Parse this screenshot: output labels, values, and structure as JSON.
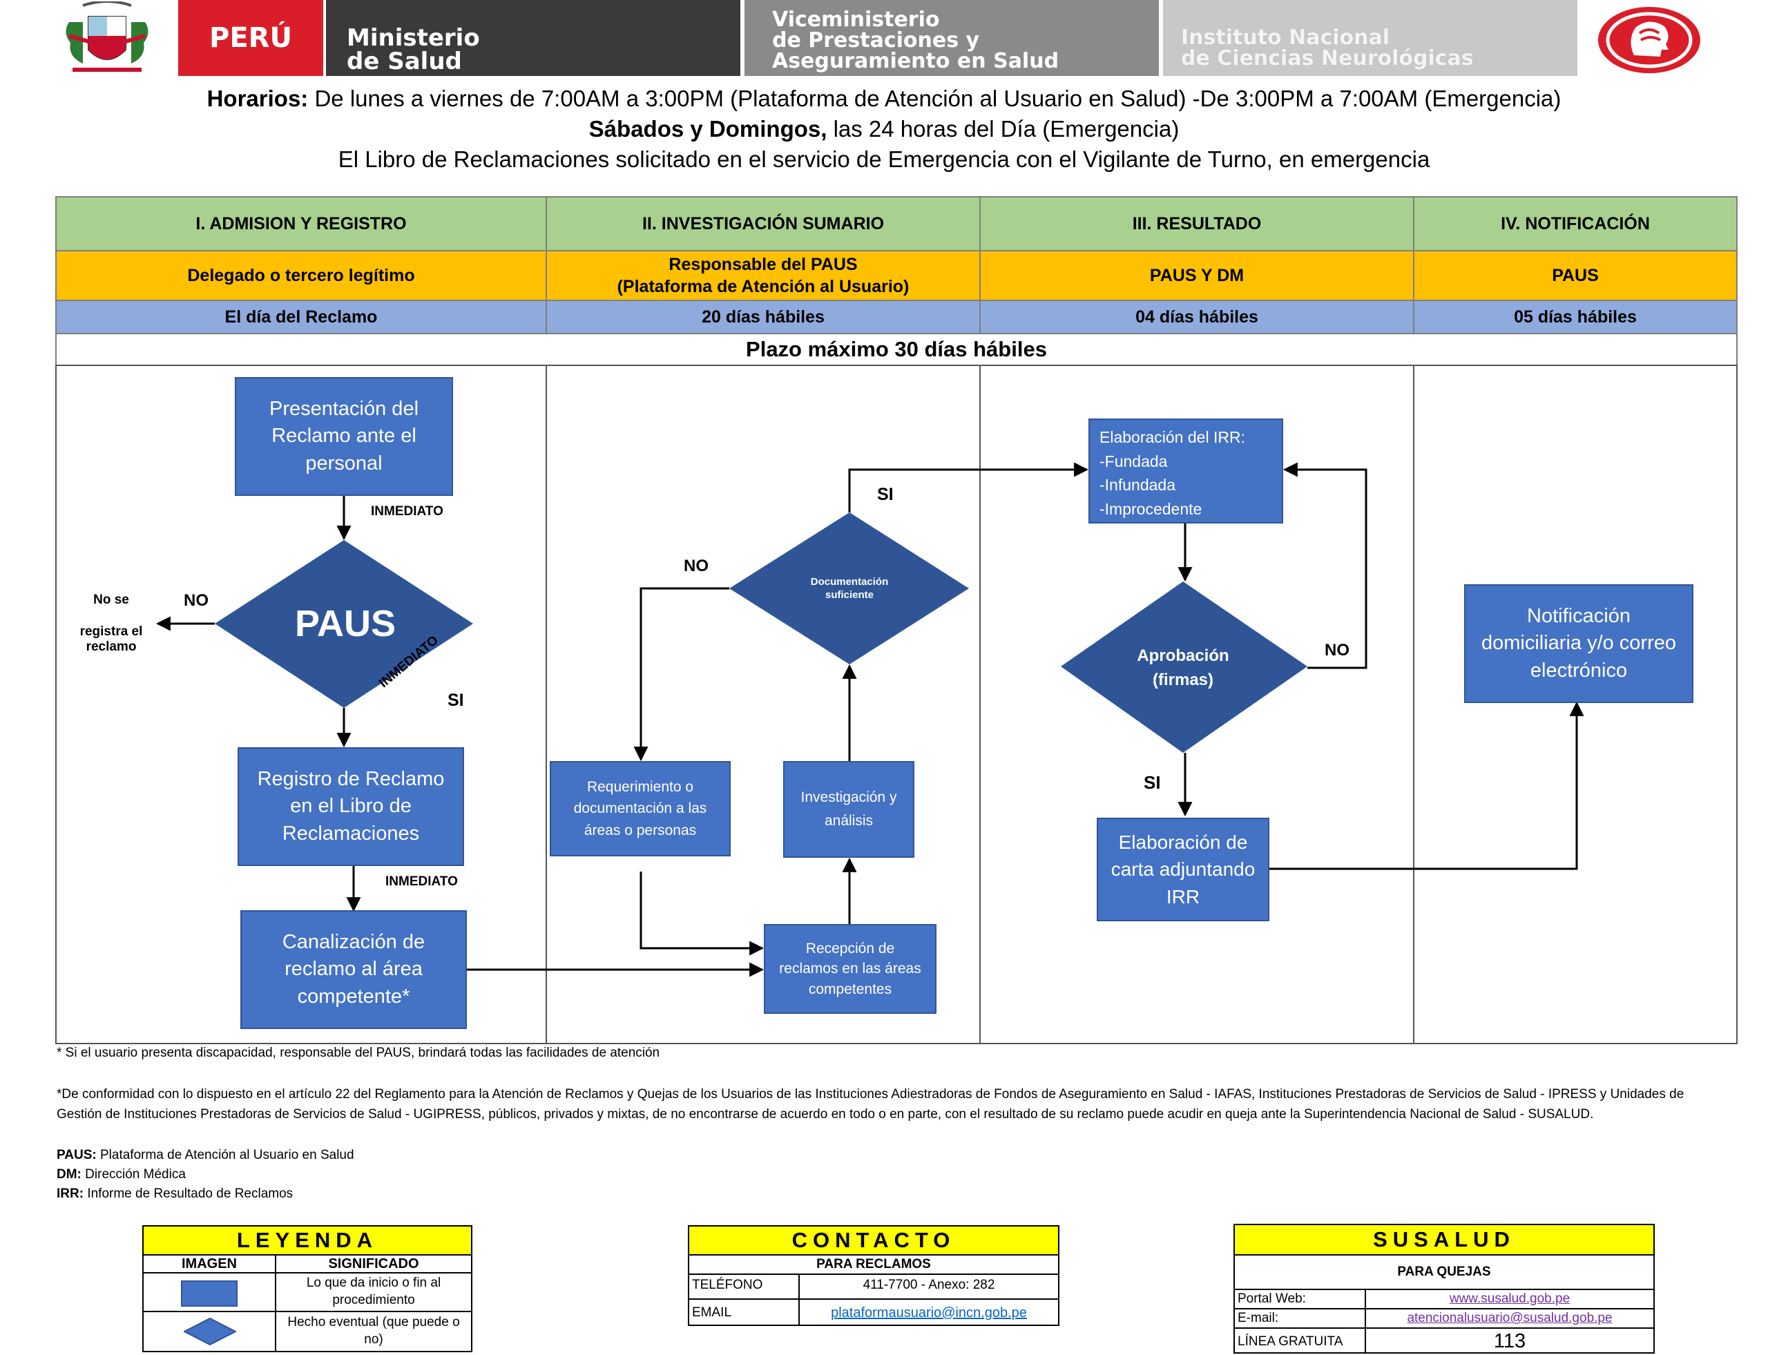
{
  "header": {
    "peru": "PERÚ",
    "ministry": [
      "Ministerio",
      "de Salud"
    ],
    "viceministry": [
      "Viceministerio",
      "de Prestaciones y",
      "Aseguramiento en Salud"
    ],
    "institute": [
      "Instituto Nacional",
      "de Ciencias Neurológicas"
    ]
  },
  "schedule": {
    "line1_bold": "Horarios:",
    "line1_rest": " De lunes a viernes de 7:00AM a 3:00PM (Plataforma de Atención al Usuario en Salud) -De 3:00PM a 7:00AM (Emergencia)",
    "line2_bold": "Sábados y Domingos,",
    "line2_rest": " las 24 horas del Día (Emergencia)",
    "line3": "El Libro de Reclamaciones solicitado en el servicio de Emergencia con el Vigilante de Turno, en emergencia"
  },
  "stages": [
    {
      "title": "I. ADMISION Y REGISTRO",
      "owner": "Delegado o tercero legítimo",
      "time": "El día del Reclamo"
    },
    {
      "title": "II. INVESTIGACIÓN SUMARIO",
      "owner": "Responsable del PAUS\n(Plataforma de Atención al Usuario)",
      "time": "20 días hábiles"
    },
    {
      "title": "III. RESULTADO",
      "owner": "PAUS Y DM",
      "time": "04 días hábiles"
    },
    {
      "title": "IV. NOTIFICACIÓN",
      "owner": "PAUS",
      "time": "05 días hábiles"
    }
  ],
  "max_term": "Plazo máximo 30 días hábiles",
  "flow": {
    "presentacion": "Presentación del Reclamo ante el personal",
    "paus": "PAUS",
    "registro": "Registro de Reclamo en el Libro de Reclamaciones",
    "canalizacion": "Canalización de reclamo al área competente*",
    "requerimiento": "Requerimiento o documentación a las áreas o personas",
    "investigacion": "Investigación y análisis",
    "recepcion": "Recepción de reclamos en las áreas competentes",
    "documentacion": "Documentación suficiente",
    "elaboracion_irr": "Elaboración del IRR:\n-Fundada\n-Infundada\n-Improcedente",
    "aprobacion": "Aprobación\n(firmas)",
    "elaboracion_carta": "Elaboración de carta adjuntando IRR",
    "notificacion": "Notificación domiciliaria y/o correo electrónico",
    "no_se_registra": "No se\n\nregistra el\nreclamo"
  },
  "labels": {
    "inmediato": "INMEDIATO",
    "si": "SI",
    "no": "NO"
  },
  "notes": {
    "disability": "* Si el usuario presenta discapacidad, responsable del PAUS, brindará todas las facilidades de atención",
    "legal": "*De conformidad con lo dispuesto en el artículo 22 del Reglamento para la Atención de Reclamos y Quejas de los Usuarios de las Instituciones Adiestradoras de Fondos de Aseguramiento en Salud - IAFAS, Instituciones Prestadoras de Servicios de Salud - IPRESS y Unidades de Gestión de Instituciones Prestadoras de Servicios de Salud - UGIPRESS, públicos, privados y mixtas, de no encontrarse de acuerdo en todo o en parte, con el resultado de su reclamo puede acudir en queja ante la Superintendencia Nacional de Salud - SUSALUD.",
    "abbrev": [
      {
        "key": "PAUS:",
        "value": " Plataforma de Atención al Usuario en Salud"
      },
      {
        "key": "DM:",
        "value": " Dirección Médica"
      },
      {
        "key": "IRR:",
        "value": " Informe de Resultado de Reclamos"
      }
    ]
  },
  "legend": {
    "title": "LEYENDA",
    "col_image": "IMAGEN",
    "col_meaning": "SIGNIFICADO",
    "rect_meaning": "Lo que da inicio o fin al procedimiento",
    "diamond_meaning": "Hecho eventual (que puede o no)"
  },
  "contact": {
    "title": "CONTACTO",
    "subtitle": "PARA RECLAMOS",
    "phone_label": "TELÉFONO",
    "phone": "411-7700 - Anexo: 282",
    "email_label": "EMAIL",
    "email": "plataformausuario@incn.gob.pe"
  },
  "susalud": {
    "title": "SUSALUD",
    "subtitle": "PARA QUEJAS",
    "web_label": "Portal Web:",
    "web": "www.susalud.gob.pe",
    "email_label": "E-mail:",
    "email": "atencionalusuario@susalud.gob.pe",
    "free_label": "LÍNEA GRATUITA",
    "free": "113"
  },
  "colors": {
    "flow_box": "#4472c4",
    "diamond": "#2f5597",
    "stage_green": "#a9d08e",
    "owner_yellow": "#ffc000",
    "time_blue": "#8faadc"
  }
}
